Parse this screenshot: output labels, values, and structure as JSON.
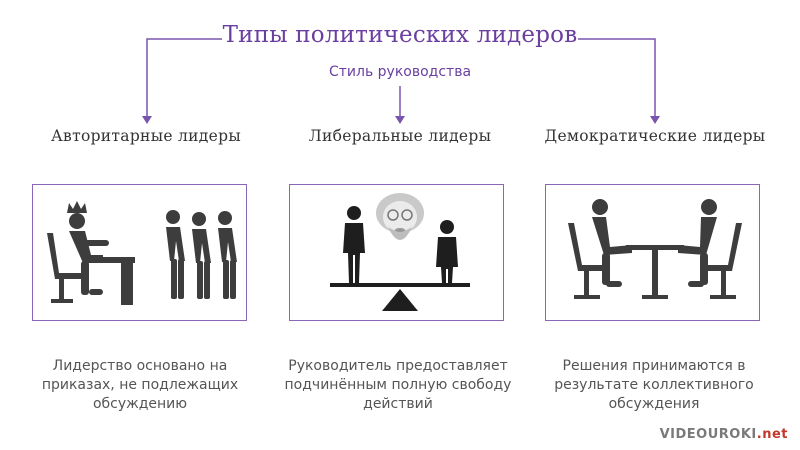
{
  "title": "Типы политических лидеров",
  "subtitle": "Стиль руководства",
  "columns": [
    {
      "heading": "Авторитарные лидеры",
      "description": "Лидерство основано на приказах, не подлежащих обсуждению"
    },
    {
      "heading": "Либеральные лидеры",
      "description": "Руководитель предоставляет подчинённым полную свободу действий"
    },
    {
      "heading": "Демократические лидеры",
      "description": "Решения принимаются в результате коллективного обсуждения"
    }
  ],
  "logo": {
    "part1": "VIDEOUROKI",
    "part2": ".net"
  },
  "colors": {
    "accent": "#6b3fa0",
    "figure": "#3d3d3d"
  }
}
